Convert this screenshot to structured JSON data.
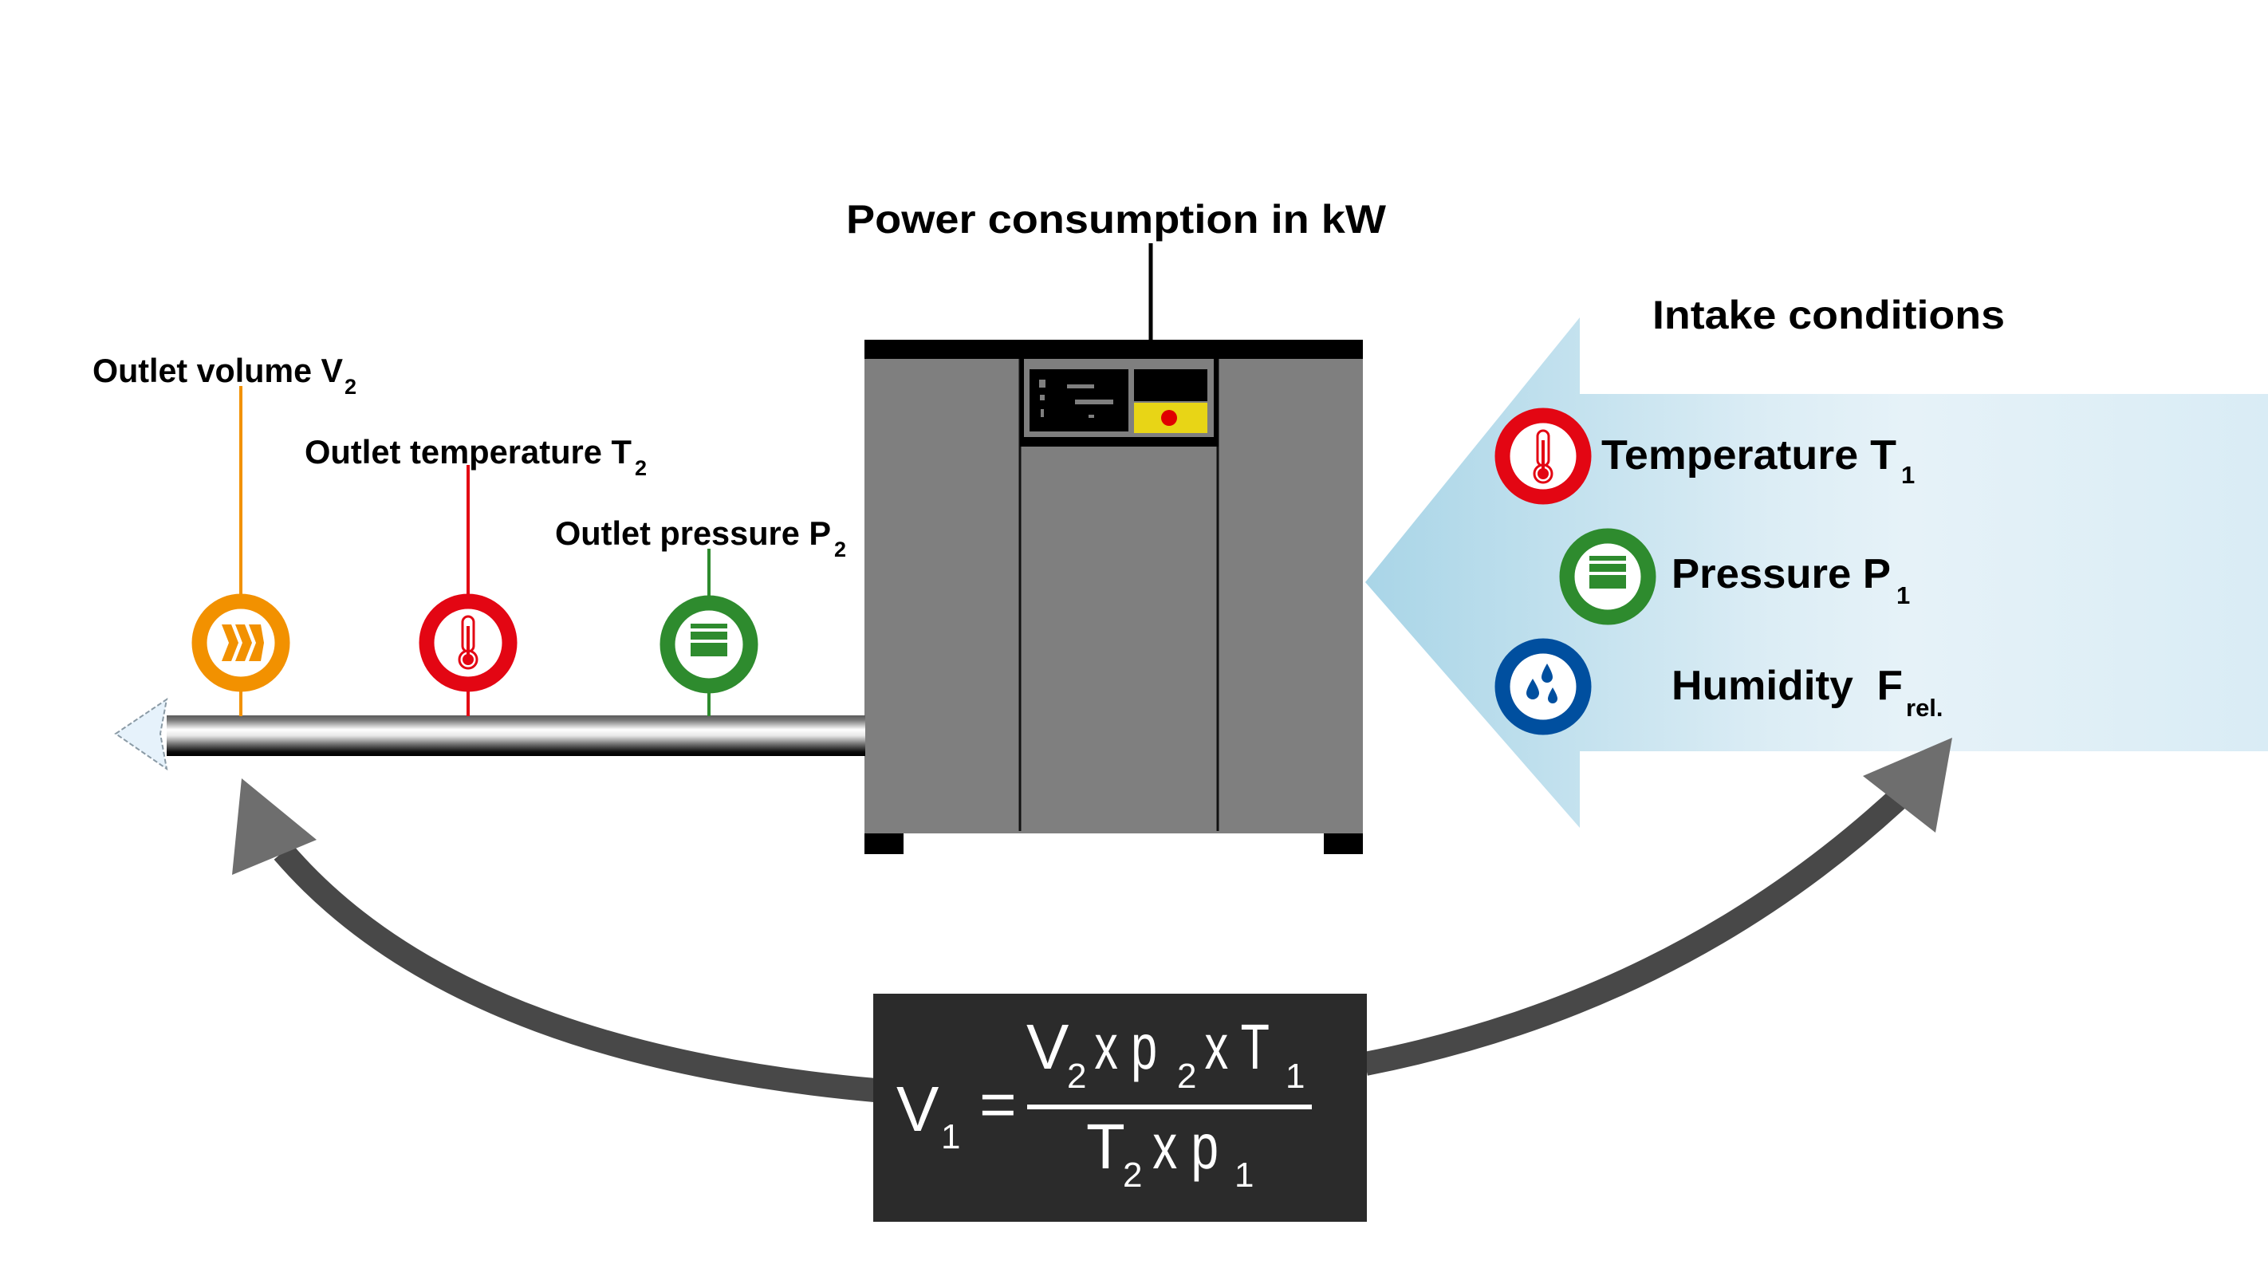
{
  "diagram": {
    "title_power": "Power consumption in kW",
    "title_intake": "Intake conditions",
    "outlet": [
      {
        "label": "Outlet volume V",
        "subscript": "2",
        "icon": "flow-chevrons-icon",
        "color": "#f29100"
      },
      {
        "label": "Outlet temperature T",
        "subscript": "2",
        "icon": "thermometer-icon",
        "color": "#e30613"
      },
      {
        "label": "Outlet pressure P",
        "subscript": "2",
        "icon": "pressure-bars-icon",
        "color": "#2e8b2e"
      }
    ],
    "intake": [
      {
        "label": "Temperature T",
        "subscript": "1",
        "icon": "thermometer-icon",
        "color": "#e30613"
      },
      {
        "label": "Pressure P",
        "subscript": "1",
        "icon": "pressure-bars-icon",
        "color": "#2e8b2e"
      },
      {
        "label": "Humidity  F",
        "subscript": "rel.",
        "icon": "water-drops-icon",
        "color": "#004f9f"
      }
    ],
    "formula": {
      "lhs": "V",
      "lhs_sub": "1",
      "equals": "=",
      "numerator": [
        {
          "t": "V",
          "s": "2"
        },
        {
          "t": " x p",
          "s": "2"
        },
        {
          "t": " x T",
          "s": "1"
        }
      ],
      "denominator": [
        {
          "t": "T",
          "s": "2"
        },
        {
          "t": " x p",
          "s": "1"
        }
      ]
    },
    "colors": {
      "intake_arrow": "#a9d6e8",
      "compressor_body": "#7f7f7f",
      "compressor_trim": "#000000",
      "control_display": "#e8d516",
      "indicator": "#e00000",
      "formula_box": "#2b2b2b",
      "cycle_arrow": "#484848",
      "cycle_arrowhead": "#6e6e6e"
    }
  }
}
